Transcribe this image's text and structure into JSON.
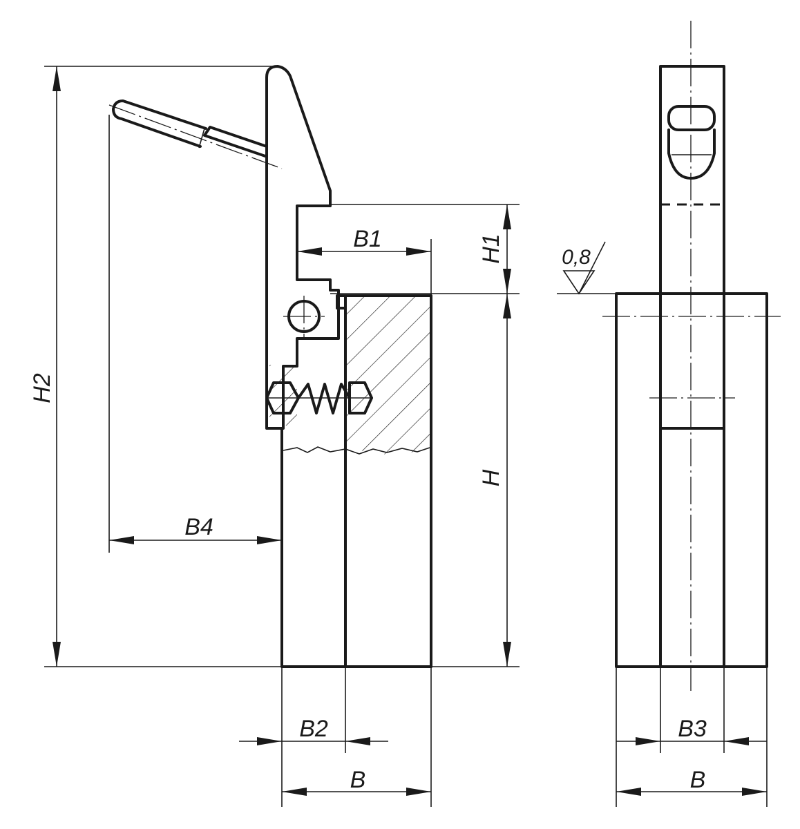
{
  "labels": {
    "h2": "H2",
    "h1": "H1",
    "h": "H",
    "b1": "B1",
    "b2": "B2",
    "b3": "B3",
    "b4": "B4",
    "b_front": "B",
    "b_side": "B",
    "roughness": "0,8"
  },
  "colors": {
    "line": "#1a1a1a",
    "background": "#ffffff"
  }
}
